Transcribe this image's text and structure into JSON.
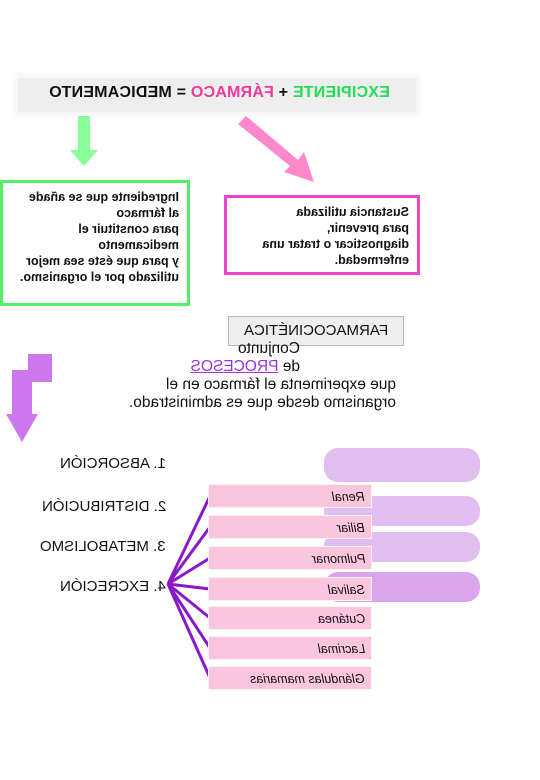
{
  "title": {
    "part_medicamento": "MEDICAMENTO",
    "eq": "=",
    "part_farmaco": "FÁRMACO",
    "plus": "+",
    "part_excipiente": "EXCIPIENTE"
  },
  "excipient_box": {
    "lines": [
      "Ingrediente que se añade",
      "al fármaco",
      "para constituir el",
      "medicamento",
      "y para que éste sea mejor",
      "utilizado por el organismo."
    ]
  },
  "drug_box": {
    "lines": [
      "Sustancia utilizada",
      "para prevenir,",
      "diagnosticar o tratar una",
      "enfermedad."
    ]
  },
  "farmacocinetica": {
    "label": "FARMACOCINÉTICA",
    "line1": "Conjunto",
    "procesos": "PROCESOS",
    "de": "de",
    "line3": "que experimenta el fármaco en el",
    "line4": "organismo desde que es administrado."
  },
  "steps": [
    "1. ABSORCIÓN",
    "2. DISTRIBUCIÓN",
    "3. METABOLISMO",
    "4. EXCRECIÓN"
  ],
  "routes": [
    "Renal",
    "Biliar",
    "Pulmonar",
    "Salival",
    "Cutánea",
    "Lacrimal",
    "Glándulas mamarias"
  ],
  "colors": {
    "excipiente": "#22dd55",
    "farmaco": "#ee3a9a",
    "arrow_green": "#88ff99",
    "arrow_pink": "#ff88cc",
    "arrow_purple": "#cc77ee",
    "branch_lines": "#8a18c8",
    "route_fill": "#fbc6dd",
    "pill_fill": "#e2bdf0"
  }
}
